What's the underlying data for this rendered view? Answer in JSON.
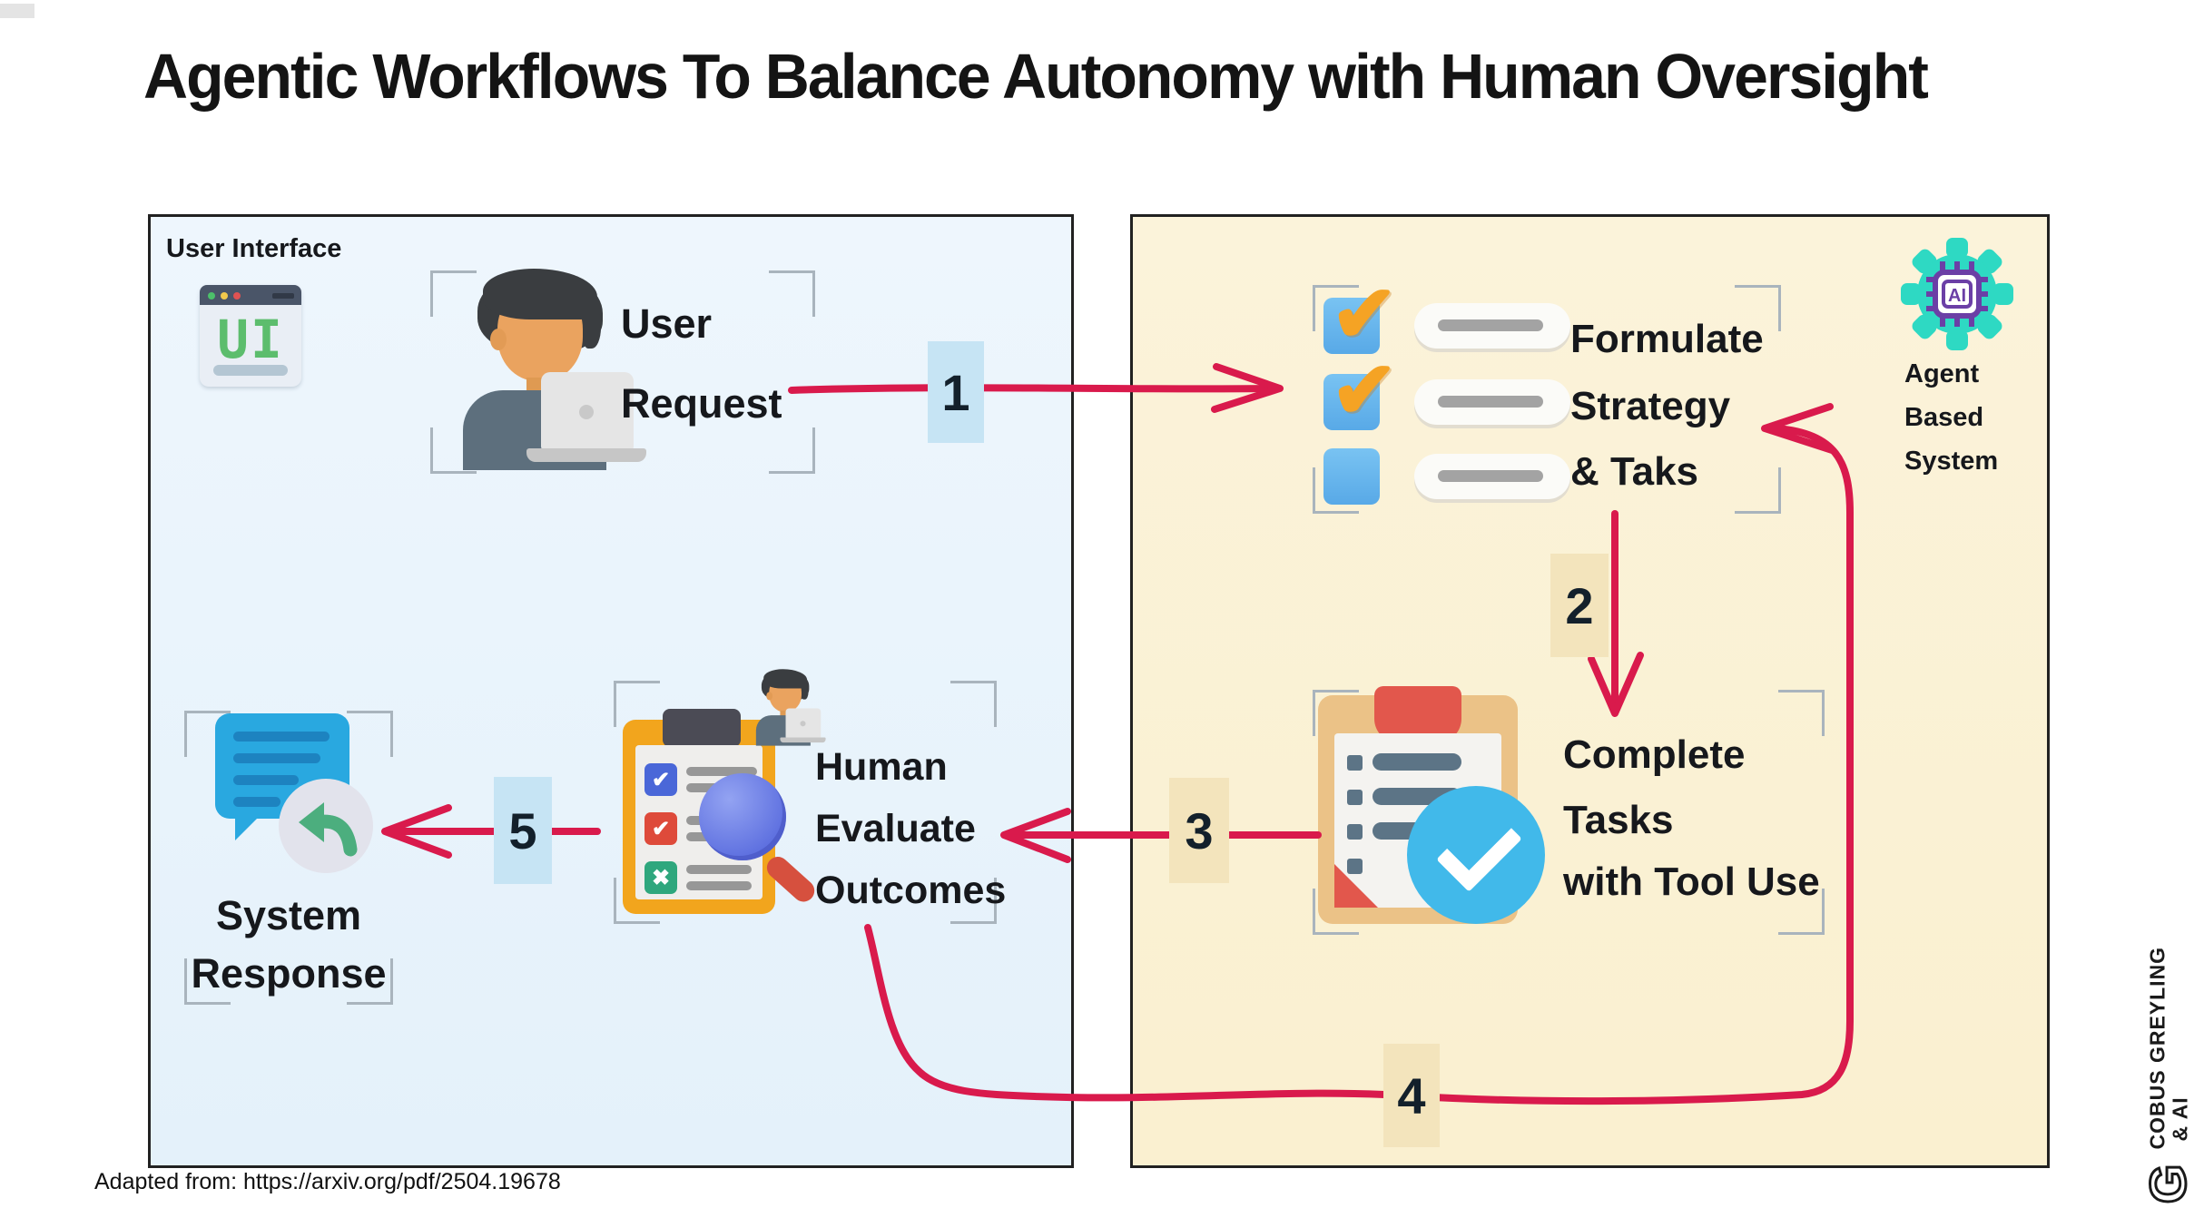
{
  "title": "Agentic Workflows To Balance Autonomy with Human Oversight",
  "attribution": "Adapted from: https://arxiv.org/pdf/2504.19678",
  "brand": {
    "vertical_name": "COBUS GREYLING",
    "vertical_name2": "& AI",
    "logo_letter": "G"
  },
  "left_panel": {
    "label": "User Interface",
    "ui_icon_text": "UI"
  },
  "nodes": {
    "user_request": {
      "line1": "User",
      "line2": "Request"
    },
    "formulate": {
      "line1": "Formulate",
      "line2": "Strategy",
      "line3": "& Taks"
    },
    "agent_system": {
      "line1": "Agent",
      "line2": "Based",
      "line3": "System",
      "chip_text": "AI"
    },
    "complete_tasks": {
      "line1": "Complete",
      "line2": "Tasks",
      "line3": "with Tool Use"
    },
    "human_evaluate": {
      "line1": "Human",
      "line2": "Evaluate",
      "line3": "Outcomes"
    },
    "system_response": {
      "line1": "System",
      "line2": "Response"
    }
  },
  "steps": {
    "s1": "1",
    "s2": "2",
    "s3": "3",
    "s4": "4",
    "s5": "5"
  },
  "icons": {
    "check_glyph": "✔",
    "cross_glyph": "✖"
  },
  "colors": {
    "arrow": "#d91a4c",
    "panel_left_bg": "#e9f4fc",
    "panel_right_bg": "#fbf2d6",
    "badge_blue": "#c6e4f4",
    "badge_tan": "#f3e4bc",
    "gear_teal": "#2ed9c3",
    "chip_purple": "#6b3fa6"
  }
}
